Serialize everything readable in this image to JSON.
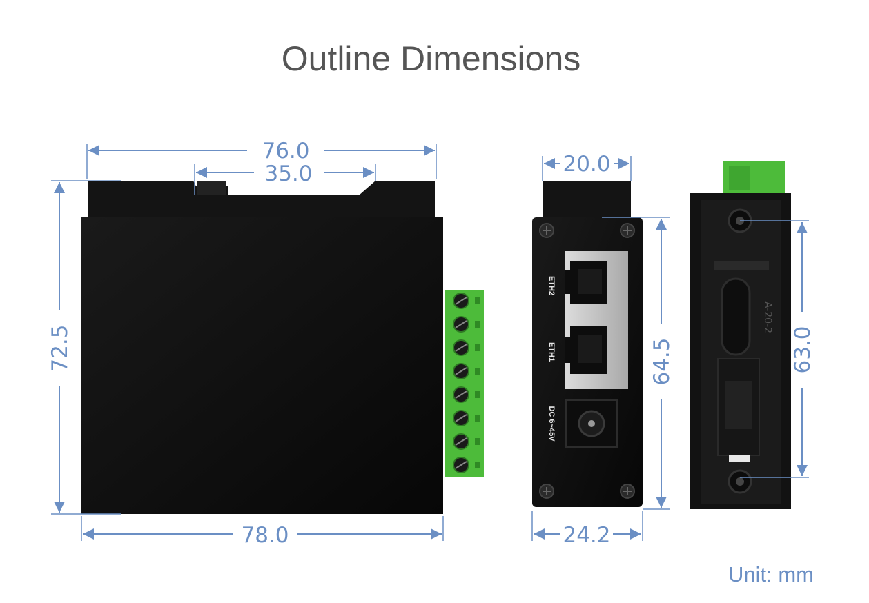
{
  "title": "Outline Dimensions",
  "unit": "Unit: mm",
  "dimensions": {
    "front_top_width": "76.0",
    "front_inner_width": "35.0",
    "front_height": "72.5",
    "front_bottom_width": "78.0",
    "side_top_width": "20.0",
    "side_height": "64.5",
    "side_bottom_width": "24.2",
    "rear_hole_spacing": "63.0"
  },
  "ports": {
    "eth2": "ETH2",
    "eth1": "ETH1",
    "dc": "DC 6~45V"
  },
  "rail_marking": "A-20-2",
  "colors": {
    "dimension": "#6b8fc4",
    "title": "#555555",
    "housing": "#111111",
    "terminal": "#4dbb3a"
  }
}
